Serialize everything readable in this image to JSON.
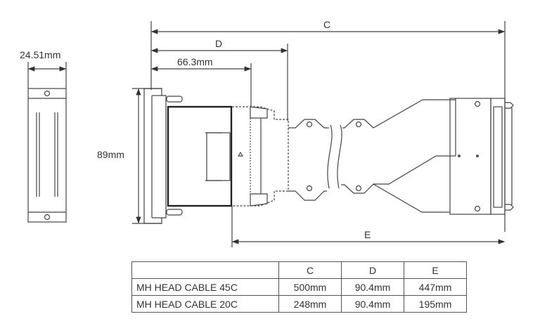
{
  "dimensions": {
    "width_label": "24.51mm",
    "height_label": "89mm",
    "c_label": "C",
    "d_label": "D",
    "e_label": "E",
    "offset_label": "66.3mm"
  },
  "table": {
    "headers": [
      "",
      "C",
      "D",
      "E"
    ],
    "rows": [
      [
        "MH HEAD CABLE 45C",
        "500mm",
        "90.4mm",
        "447mm"
      ],
      [
        "MH HEAD CABLE 20C",
        "248mm",
        "90.4mm",
        "195mm"
      ]
    ]
  }
}
